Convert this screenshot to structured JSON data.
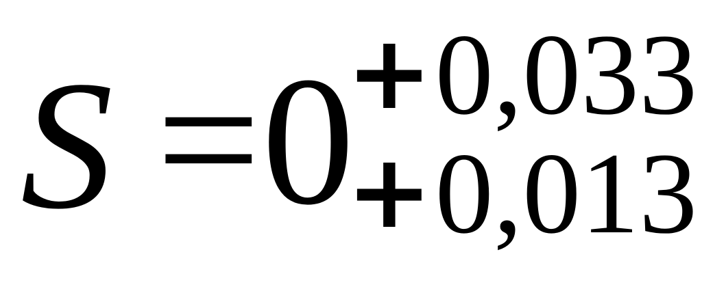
{
  "formula": {
    "variable": "S",
    "equals": "=",
    "nominal": "0",
    "upper_sign": "+",
    "upper_value": "0,033",
    "lower_sign": "+",
    "lower_value": "0,013"
  }
}
